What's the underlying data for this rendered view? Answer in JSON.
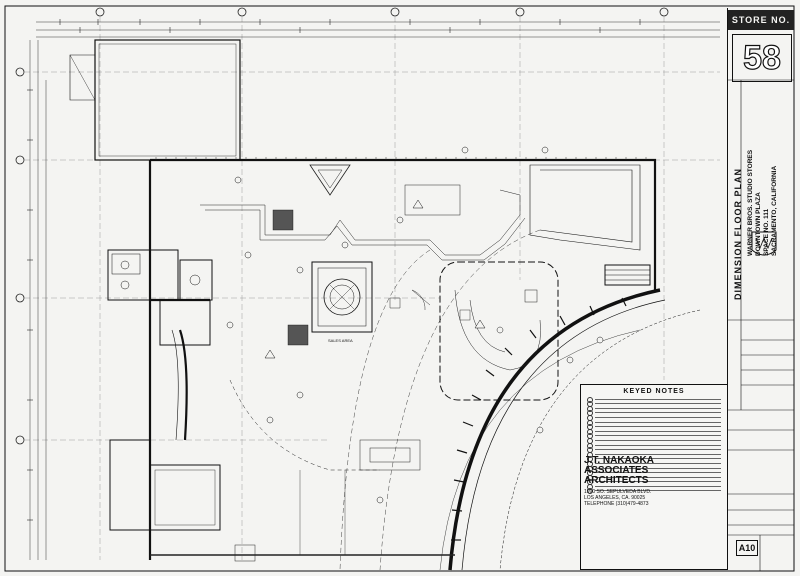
{
  "title_block": {
    "store_label": "STORE NO.",
    "store_number": "58",
    "sheet_title": "DIMENSION FLOOR PLAN",
    "client_lines": [
      "WARNER BROS. STUDIO STORES",
      "DOWNTOWN PLAZA",
      "SPACE NO. 111",
      "SACRAMENTO, CALIFORNIA"
    ],
    "sheet_number": "A10"
  },
  "architect": {
    "name_lines": [
      "J.T. NAKAOKA",
      "ASSOCIATES",
      "ARCHITECTS"
    ],
    "address_lines": [
      "1990 SO. SEPULVEDA BLVD.",
      "LOS ANGELES, CA. 90025",
      "TELEPHONE (310)479-4873"
    ]
  },
  "keyed_notes": {
    "title": "KEYED NOTES"
  },
  "plan": {
    "sales_area_label": "SALES AREA"
  }
}
